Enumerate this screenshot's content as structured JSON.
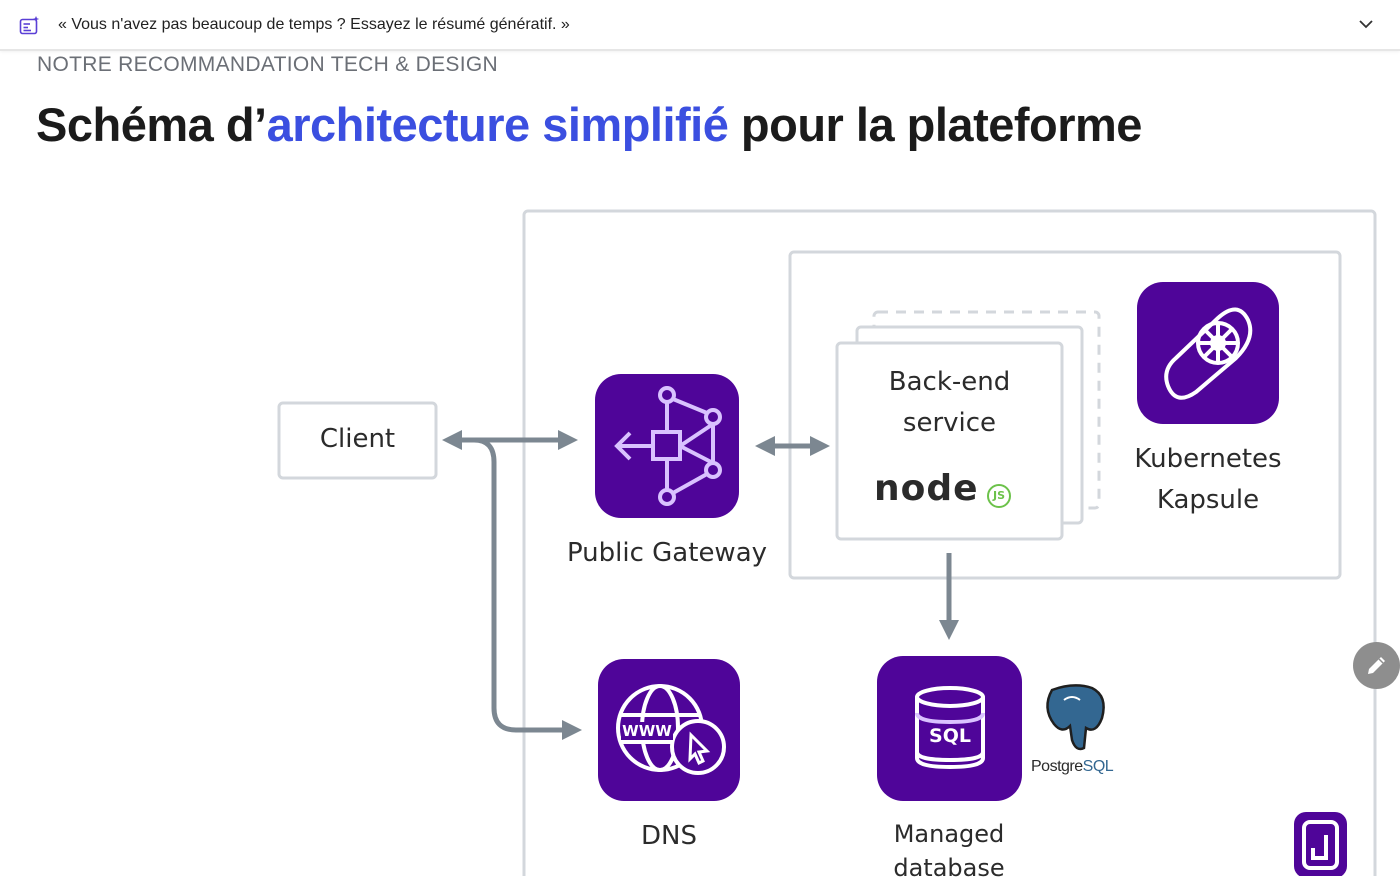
{
  "summary_bar": {
    "text": "« Vous n'avez pas beaucoup de temps ? Essayez le résumé génératif. »",
    "icon": "ai-summary-icon",
    "toggle_icon": "chevron-down-icon"
  },
  "article": {
    "eyebrow": "NOTRE RECOMMANDATION TECH & DESIGN",
    "title_part1": "Schéma d’",
    "title_highlight": "architecture simplifié",
    "title_part2": " pour la plateforme",
    "accent_color": "#3b4fe0"
  },
  "diagram": {
    "client_label": "Client",
    "gateway_label": "Public Gateway",
    "backend_line1": "Back-end",
    "backend_line2": "service",
    "node_logo_text": "node",
    "node_js_badge": "JS",
    "kubernetes_line1": "Kubernetes",
    "kubernetes_line2": "Kapsule",
    "dns_label": "DNS",
    "dns_icon_text": "WWW",
    "db_icon_text": "SQL",
    "db_line1": "Managed",
    "db_line2": "database",
    "postgres_prefix": "Postgre",
    "postgres_suffix": "SQL",
    "icon_color": "#4f0599",
    "arrow_color": "#7c8791",
    "box_border_color": "#d3d7dc"
  },
  "tools": {
    "edit_icon": "pencil-icon"
  }
}
